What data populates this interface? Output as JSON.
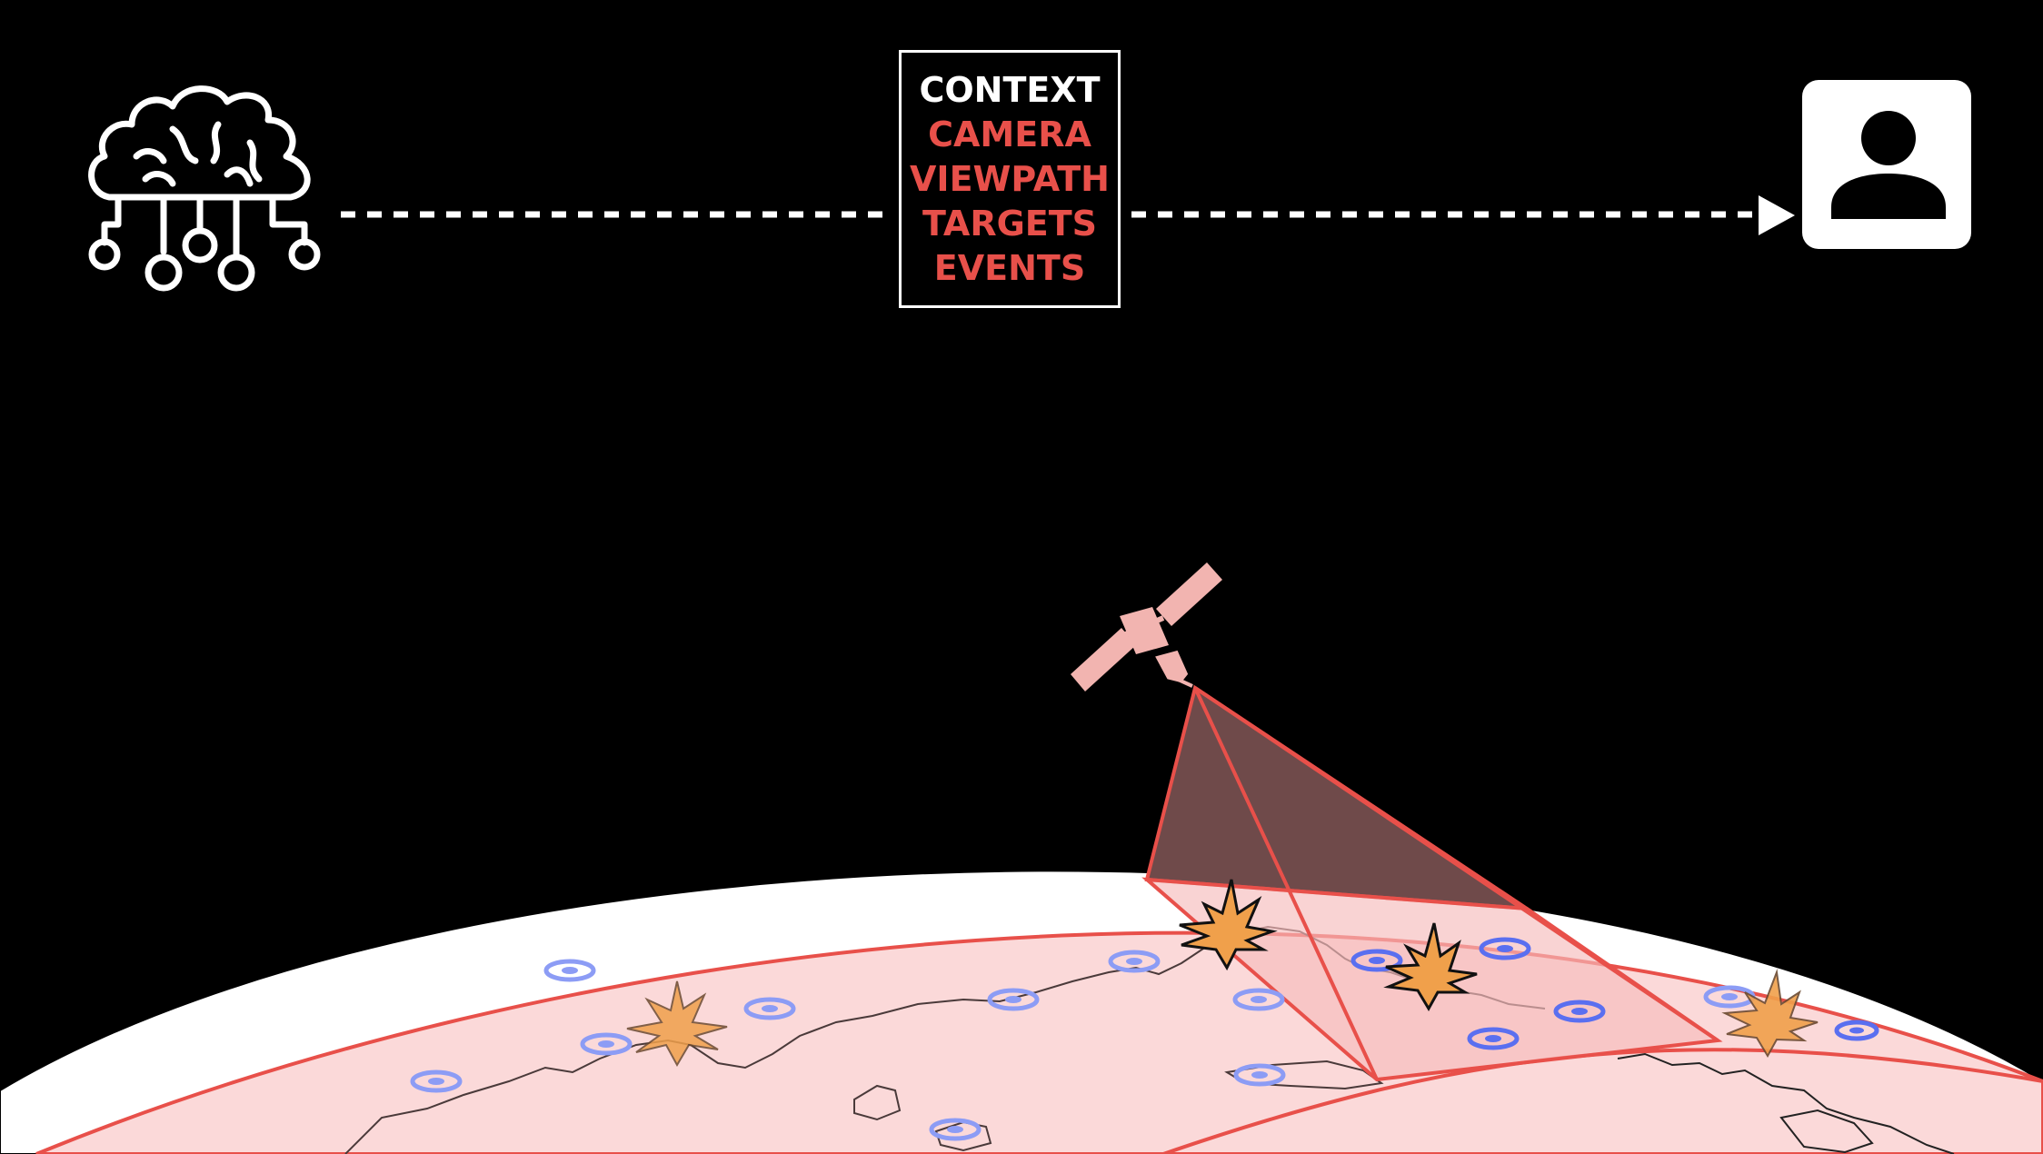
{
  "context_box": {
    "title": "CONTEXT",
    "items": [
      "CAMERA",
      "VIEWPATH",
      "TARGETS",
      "EVENTS"
    ]
  },
  "icons": {
    "source": "ai-brain-circuit-icon",
    "destination": "user-profile-icon",
    "satellite": "satellite-icon",
    "target_marker": "target-ring-icon",
    "event_marker": "explosion-icon"
  },
  "colors": {
    "background": "#000000",
    "accent": "#e8504a",
    "frustum_fill": "#6f4a4a",
    "swath_fill": "#fbd9d9",
    "target": "#5a6ff0",
    "event": "#f0a04b",
    "satellite": "#f2b4b0",
    "foreground": "#ffffff"
  }
}
